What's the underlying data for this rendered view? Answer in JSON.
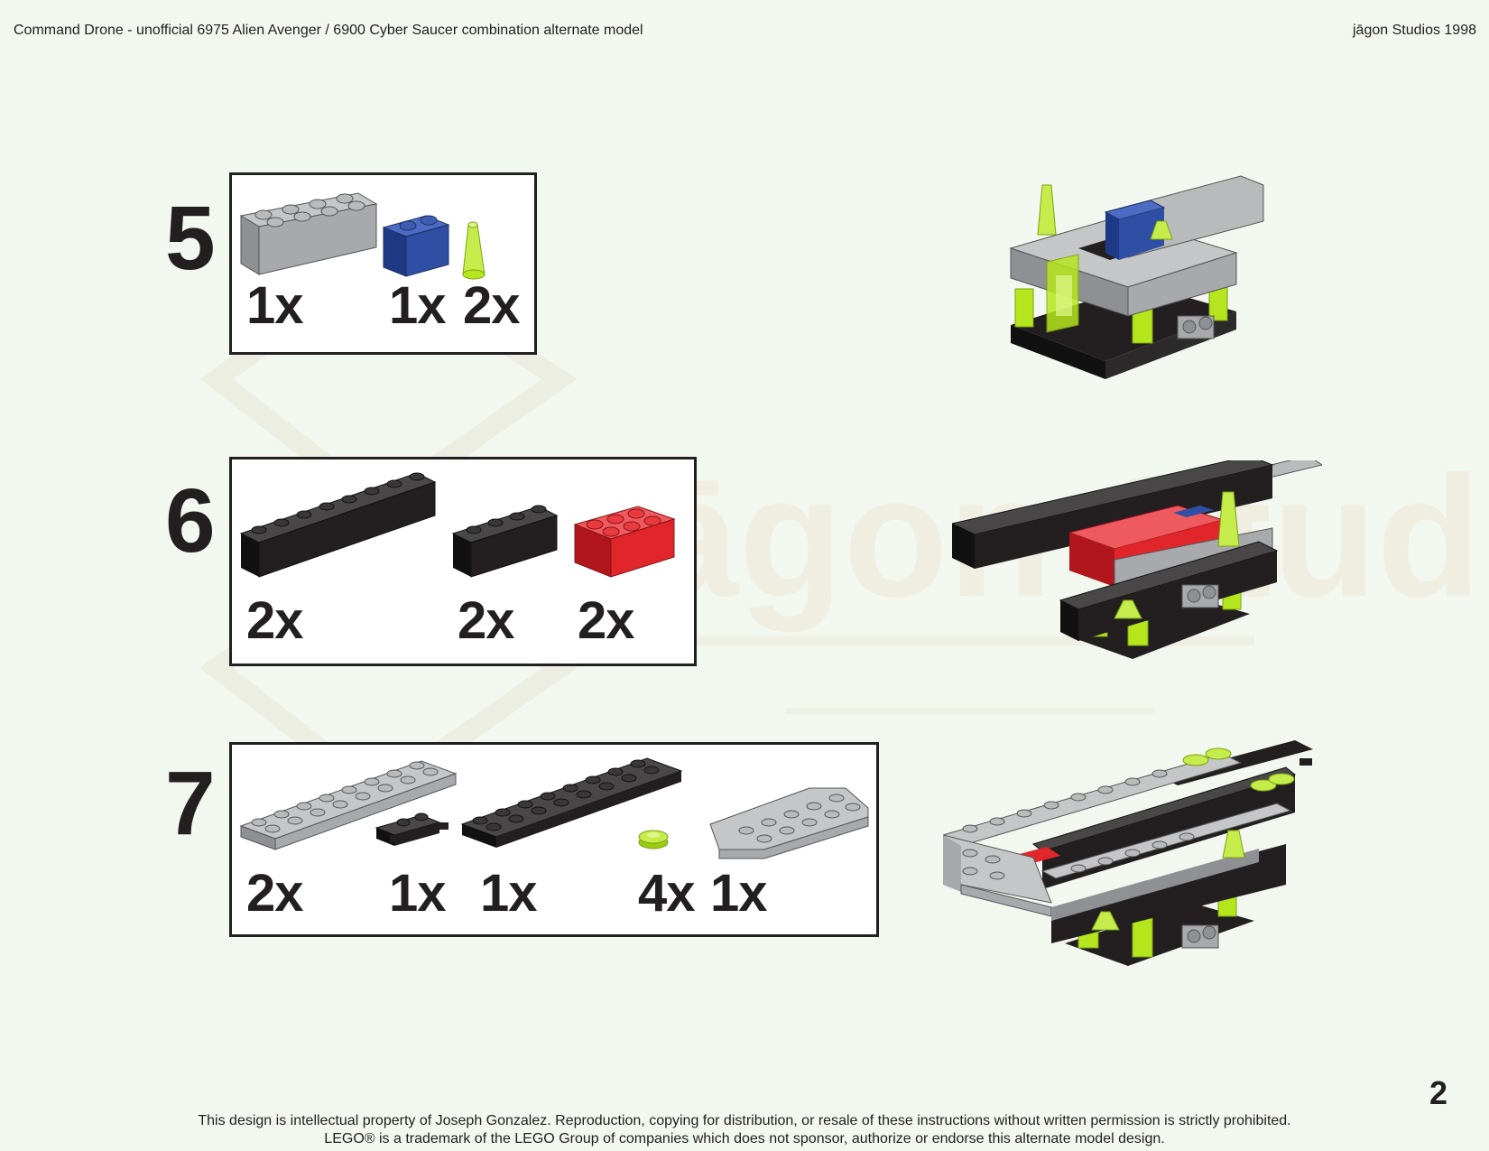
{
  "header": {
    "title": "Command Drone - unofficial 6975 Alien Avenger / 6900 Cyber Saucer combination alternate model",
    "studio": "jāgon Studios 1998"
  },
  "watermark_text": "jāgon Studios",
  "steps": [
    {
      "number": "5",
      "quantities": [
        "1x",
        "1x",
        "2x"
      ]
    },
    {
      "number": "6",
      "quantities": [
        "2x",
        "2x",
        "2x"
      ]
    },
    {
      "number": "7",
      "quantities": [
        "2x",
        "1x",
        "1x",
        "4x",
        "1x"
      ]
    }
  ],
  "page_number": "2",
  "footer": {
    "line1": "This design is intellectual property of Joseph Gonzalez.  Reproduction, copying for distribution, or resale of these instructions without written permission is strictly prohibited.",
    "line2": "LEGO® is a trademark of the LEGO Group of companies which does not sponsor, authorize or endorse this alternate model design."
  },
  "colors": {
    "background": "#f2f7ef",
    "light_gray": "#a7a9ac",
    "black_brick": "#231f20",
    "blue_brick": "#2e4fa3",
    "red_brick": "#e0262b",
    "trans_neon_green": "#b5e61d"
  }
}
